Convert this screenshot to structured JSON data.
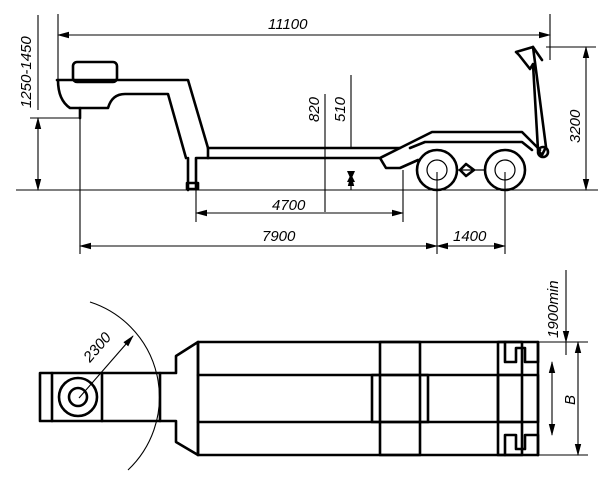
{
  "side_view": {
    "overall_length": "11100",
    "kingpin_height": "1250-1450",
    "deck_height_front": "820",
    "deck_height_rear": "510",
    "ramp_height": "3200",
    "well_length": "4700",
    "kingpin_to_axle": "7900",
    "axle_spread": "1400"
  },
  "top_view": {
    "turning_radius": "2300",
    "min_width": "1900min",
    "width_symbol": "B"
  }
}
